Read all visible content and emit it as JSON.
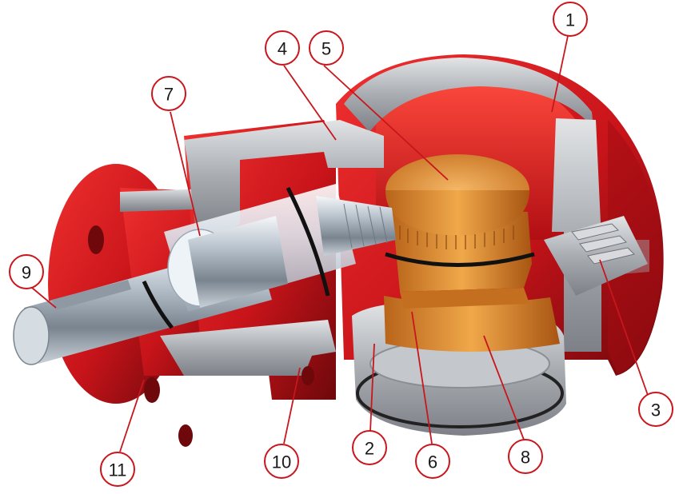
{
  "diagram": {
    "callouts": [
      {
        "id": "c1",
        "label": "1"
      },
      {
        "id": "c2",
        "label": "2"
      },
      {
        "id": "c3",
        "label": "3"
      },
      {
        "id": "c4",
        "label": "4"
      },
      {
        "id": "c5",
        "label": "5"
      },
      {
        "id": "c6",
        "label": "6"
      },
      {
        "id": "c7",
        "label": "7"
      },
      {
        "id": "c8",
        "label": "8"
      },
      {
        "id": "c9",
        "label": "9"
      },
      {
        "id": "c10",
        "label": "10"
      },
      {
        "id": "c11",
        "label": "11"
      }
    ],
    "colors": {
      "housing_red": "#d4141a",
      "housing_dark_red": "#8e0c10",
      "cut_metal": "#b9bcc0",
      "bronze_gear": "#e08a2a",
      "callout_red": "#c8161d"
    }
  }
}
